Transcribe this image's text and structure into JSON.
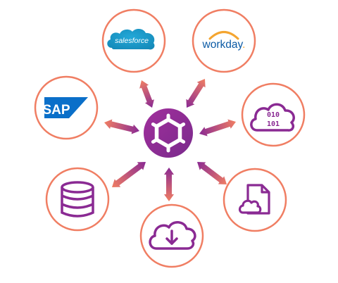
{
  "hub": {
    "icon": "hexagon-nut-hub-icon"
  },
  "nodes": {
    "salesforce": {
      "label": "salesforce",
      "icon": "salesforce-cloud-logo",
      "color": "#1798c1"
    },
    "workday": {
      "label": "workday",
      "suffix": ".",
      "icon": "workday-logo",
      "color": "#0a5aa5",
      "accent": "#f4a530"
    },
    "sap": {
      "label": "SAP",
      "icon": "sap-logo",
      "color": "#0a6fc9"
    },
    "binary_cloud": {
      "lines": [
        "010",
        "101"
      ],
      "icon": "binary-cloud-icon"
    },
    "database": {
      "icon": "database-icon"
    },
    "file": {
      "icon": "cloud-file-icon"
    },
    "download": {
      "icon": "cloud-download-icon"
    }
  },
  "colors": {
    "ring": "#f07e63",
    "icon": "#8a2a93",
    "arrow_start": "#8a2a93",
    "arrow_end": "#f07e63"
  }
}
